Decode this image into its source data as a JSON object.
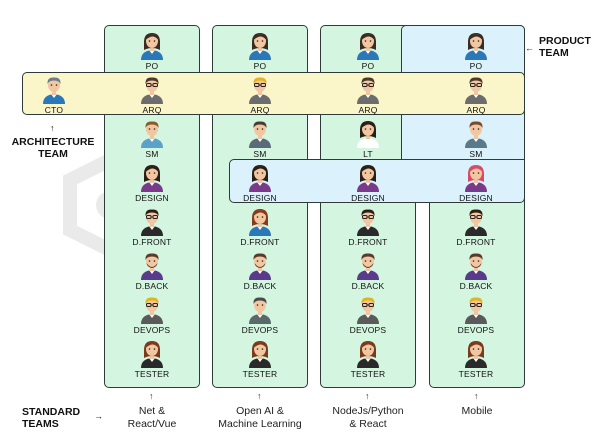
{
  "labels": {
    "product_team": "PRODUCT\nTEAM",
    "architecture_team": "ARCHITECTURE\nTEAM",
    "standard_teams": "STANDARD\nTEAMS",
    "arrow_left": "←",
    "arrow_up": "↑",
    "arrow_right": "→"
  },
  "cto": "CTO",
  "teams": [
    {
      "name": "Net &\nReact/Vue",
      "roles": [
        "PO",
        "ARQ",
        "SM",
        "DESIGN",
        "D.FRONT",
        "D.BACK",
        "DEVOPS",
        "TESTER"
      ]
    },
    {
      "name": "Open AI &\nMachine Learning",
      "roles": [
        "PO",
        "ARQ",
        "SM",
        "DESIGN",
        "D.FRONT",
        "D.BACK",
        "DEVOPS",
        "TESTER"
      ]
    },
    {
      "name": "NodeJs/Python\n& React",
      "roles": [
        "PO",
        "ARQ",
        "LT",
        "DESIGN",
        "D.FRONT",
        "D.BACK",
        "DEVOPS",
        "TESTER"
      ]
    },
    {
      "name": "Mobile",
      "roles": [
        "PO",
        "ARQ",
        "SM",
        "DESIGN",
        "D.FRONT",
        "D.BACK",
        "DEVOPS",
        "TESTER"
      ]
    }
  ],
  "colors": {
    "column_fill": "#d4f5e0",
    "architecture_fill": "#fbf6c9",
    "product_fill": "#dbf1fb",
    "outline": "#2f3b3a"
  }
}
